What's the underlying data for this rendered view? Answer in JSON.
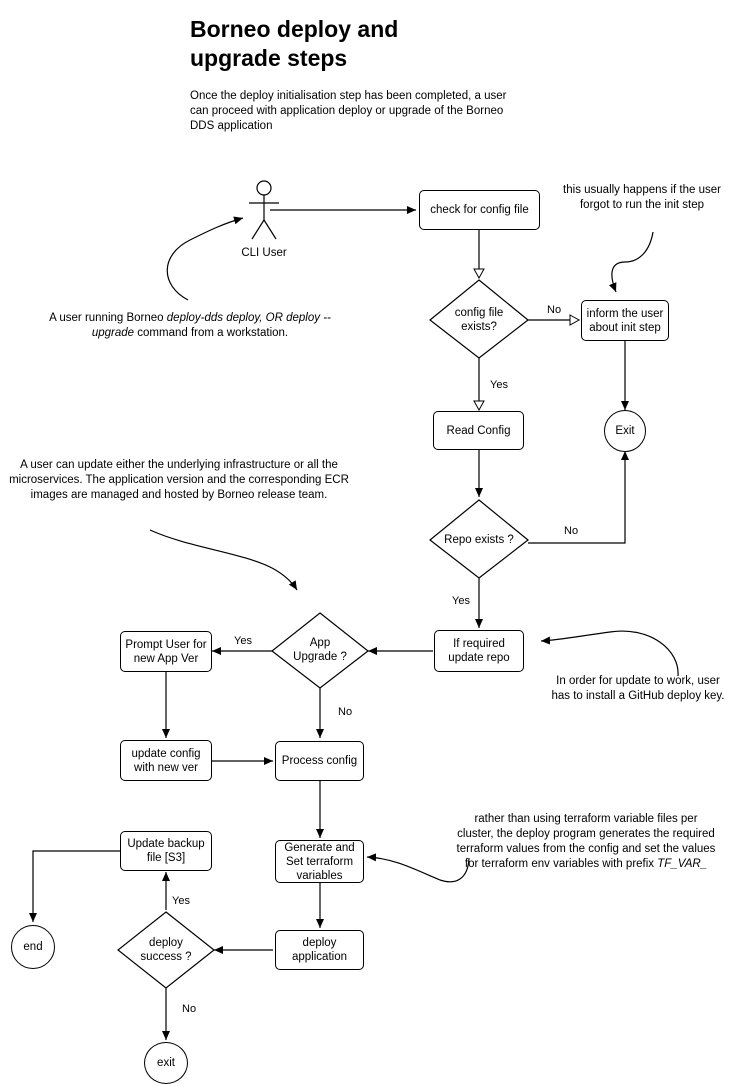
{
  "title": "Borneo deploy and upgrade steps",
  "intro": "Once the deploy initialisation step has been completed, a user can proceed with application deploy or upgrade of the Borneo DDS application",
  "actor": {
    "label": "CLI User"
  },
  "nodes": {
    "check_config": "check for config file",
    "config_exists": "config file exists?",
    "inform_user": "inform the user about init step",
    "exit_top": "Exit",
    "read_config": "Read Config",
    "repo_exists": "Repo exists ?",
    "update_repo": "If required update repo",
    "app_upgrade": "App Upgrade ?",
    "prompt_user": "Prompt User for new App Ver",
    "update_config": "update config with new ver",
    "process_config": "Process config",
    "generate_vars": "Generate and Set terraform variables",
    "deploy_app": "deploy application",
    "deploy_success": "deploy success ?",
    "update_backup": "Update backup file [S3]",
    "end": "end",
    "exit_bottom": "exit"
  },
  "edge_labels": {
    "no_config": "No",
    "yes_config": "Yes",
    "no_repo": "No",
    "yes_repo": "Yes",
    "yes_upgrade": "Yes",
    "no_upgrade": "No",
    "yes_success": "Yes",
    "no_success": "No"
  },
  "notes": {
    "init_forgot": "this usually happens if the user forgot to run the init step",
    "cli_prefix": "A user running Borneo ",
    "cli_cmd1": "deploy-dds deploy, OR deploy --upgrade",
    "cli_suffix": " command from a workstation.",
    "infra": "A user can update either the underlying infrastructure or all the microservices. The application version and the corresponding ECR images are managed and hosted by Borneo release team.",
    "github_key": "In order for update to work, user has to install a GitHub deploy key.",
    "tf_prefix": "rather than using terraform variable files per cluster, the deploy program generates the required terraform values from the config and set the values for terraform env variables with prefix ",
    "tf_var": "TF_VAR_"
  }
}
